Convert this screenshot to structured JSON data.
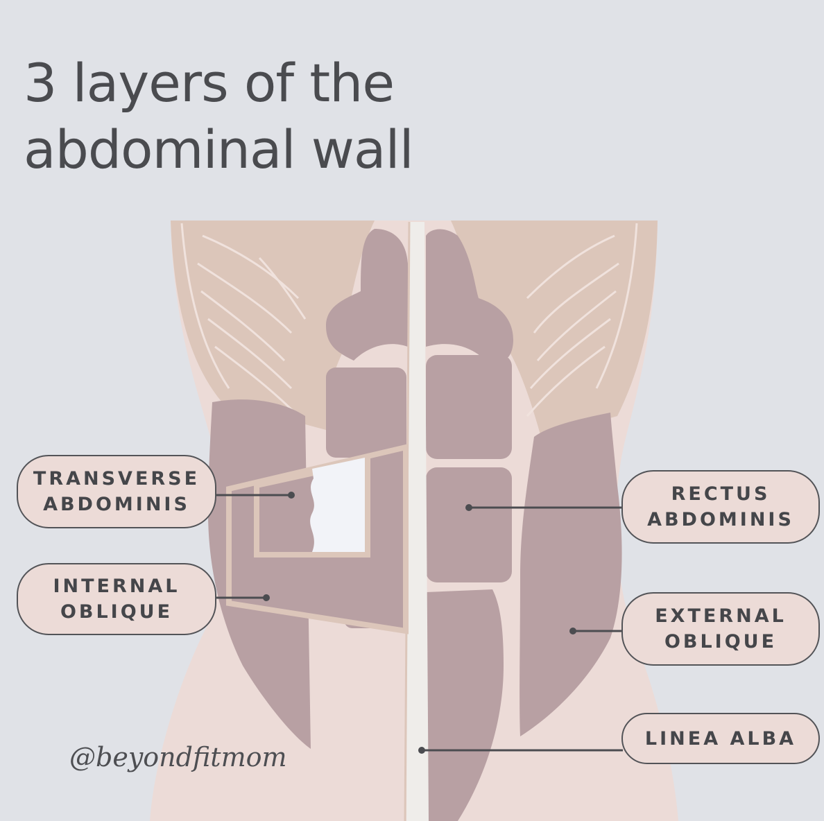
{
  "title": {
    "line1": "3 layers of the",
    "line2": "abdominal wall"
  },
  "labels": {
    "transverse_abdominis": {
      "line1": "TRANSVERSE",
      "line2": "ABDOMINIS"
    },
    "internal_oblique": {
      "line1": "INTERNAL",
      "line2": "OBLIQUE"
    },
    "rectus_abdominis": {
      "line1": "RECTUS",
      "line2": "ABDOMINIS"
    },
    "external_oblique": {
      "line1": "EXTERNAL",
      "line2": "OBLIQUE"
    },
    "linea_alba": {
      "line1": "LINEA ALBA"
    }
  },
  "handle": "@beyondfitmom",
  "colors": {
    "background": "#e0e2e7",
    "skin": "#ecdbd7",
    "rib_muscle": "#dcc6ba",
    "muscle": "#b8a0a3",
    "linea_alba": "#efedea",
    "transverse_window": "#f2f3f8",
    "text": "#4a4b4f",
    "connector": "#4b4c50"
  }
}
